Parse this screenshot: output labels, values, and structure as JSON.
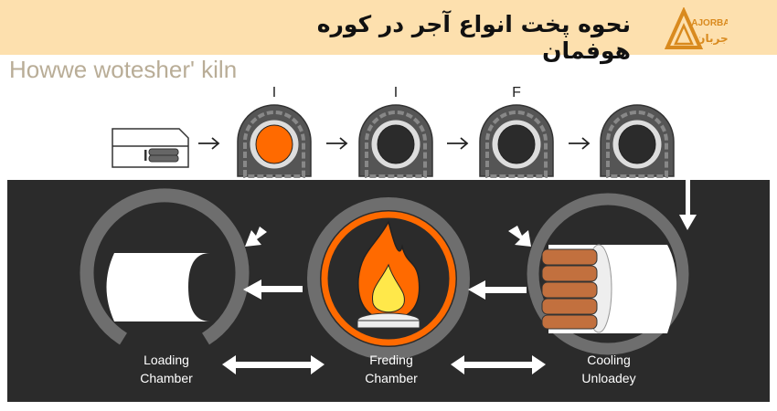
{
  "header": {
    "title": "نحوه پخت انواع آجر در کوره هوفمان",
    "watermark": "Howwe wotesher' kiln",
    "logo": {
      "latin": "AJORBAN",
      "persian": "آجربان"
    }
  },
  "top_row": {
    "stage_labels": [
      "I",
      "I",
      "F",
      ""
    ],
    "kiln_core_colors": [
      "#ff6a00",
      "#2b2b2b",
      "#2b2b2b",
      "#2b2b2b"
    ]
  },
  "chambers": [
    {
      "line1": "Loading",
      "line2": "Chamber"
    },
    {
      "line1": "Freding",
      "line2": "Chamber"
    },
    {
      "line1": "Cooling",
      "line2": "Unloadey"
    }
  ],
  "colors": {
    "header_bg": "#fde0ae",
    "panel_bg": "#2b2b2b",
    "ring": "#6e6e6e",
    "fire_orange": "#ff6a00",
    "fire_yellow": "#ffe84a",
    "brick": "#c2703e",
    "logo": "#d98a1e"
  }
}
